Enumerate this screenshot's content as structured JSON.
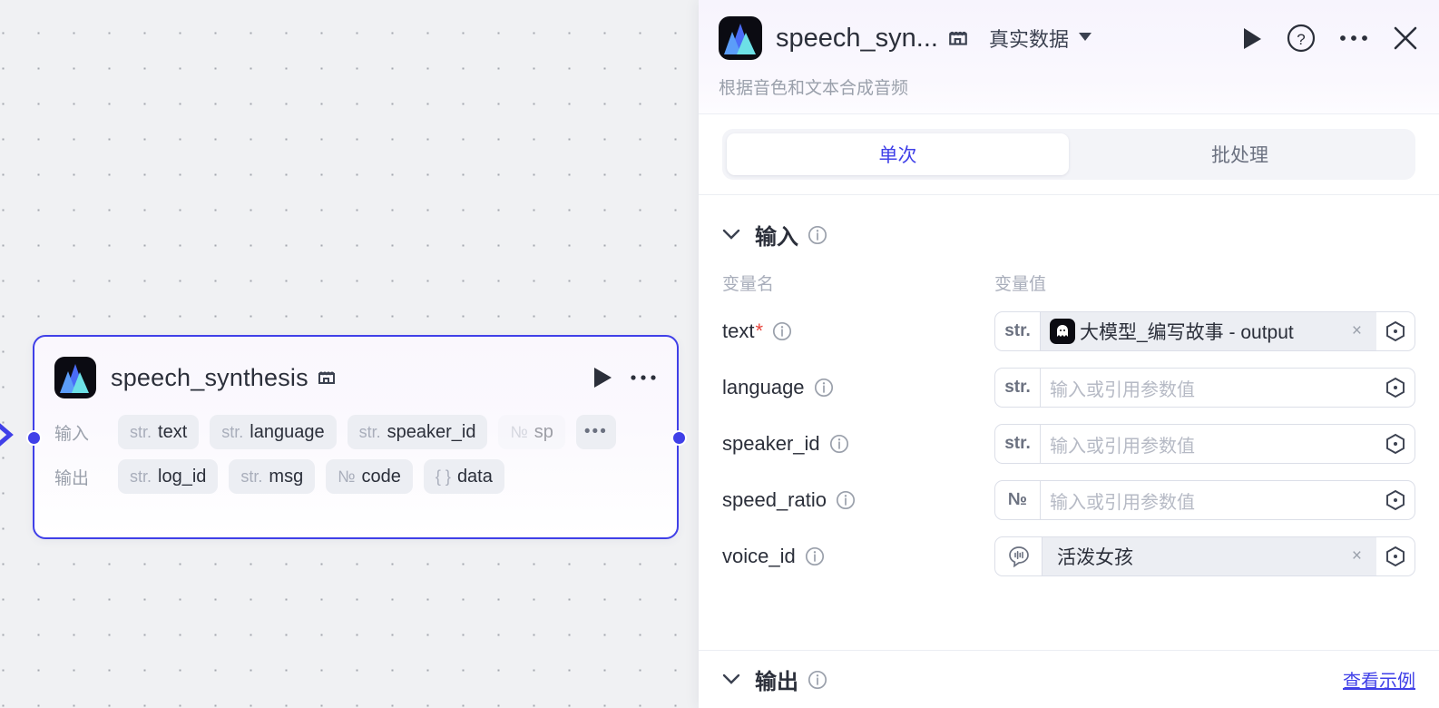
{
  "colors": {
    "accent": "#4040e8",
    "canvas_bg": "#f0f1f3",
    "node_border": "#4040e8",
    "required_star": "#e8453c",
    "link": "#4040e8"
  },
  "canvas": {
    "node": {
      "title": "speech_synthesis",
      "icon": "audio-peaks-icon",
      "store_icon": "store-icon",
      "run_icon": "play-icon",
      "more_icon": "more-horizontal-icon",
      "input_label": "输入",
      "output_label": "输出",
      "input_chips": [
        {
          "type": "str.",
          "name": "text",
          "faded": false
        },
        {
          "type": "str.",
          "name": "language",
          "faded": false
        },
        {
          "type": "str.",
          "name": "speaker_id",
          "faded": false
        },
        {
          "type": "№",
          "name": "sp",
          "faded": true
        }
      ],
      "input_overflow": "•••",
      "output_chips": [
        {
          "type": "str.",
          "name": "log_id"
        },
        {
          "type": "str.",
          "name": "msg"
        },
        {
          "type": "№",
          "name": "code"
        },
        {
          "type": "{ }",
          "name": "data"
        }
      ]
    }
  },
  "panel": {
    "header": {
      "icon": "audio-peaks-icon",
      "title": "speech_syn...",
      "store_icon": "store-icon",
      "mode_label": "真实数据",
      "caret_icon": "chevron-down-icon",
      "run_icon": "play-icon",
      "help_icon": "help-circle-icon",
      "more_icon": "more-horizontal-icon",
      "close_icon": "close-icon",
      "subtitle": "根据音色和文本合成音频"
    },
    "tabs": [
      {
        "label": "单次",
        "active": true
      },
      {
        "label": "批处理",
        "active": false
      }
    ],
    "input_section": {
      "title": "输入",
      "caret_icon": "chevron-down-icon",
      "info_icon": "info-icon",
      "col_name": "变量名",
      "col_value": "变量值",
      "placeholder": "输入或引用参数值",
      "rows": [
        {
          "name": "text",
          "required": true,
          "type": "str.",
          "mode": "reference",
          "ref_avatar": "ghost-avatar-icon",
          "value": "大模型_编写故事 - output",
          "clear": "×",
          "picker_icon": "variable-picker-icon"
        },
        {
          "name": "language",
          "required": false,
          "type": "str.",
          "mode": "empty",
          "value": "",
          "picker_icon": "variable-picker-icon"
        },
        {
          "name": "speaker_id",
          "required": false,
          "type": "str.",
          "mode": "empty",
          "value": "",
          "picker_icon": "variable-picker-icon"
        },
        {
          "name": "speed_ratio",
          "required": false,
          "type": "№",
          "mode": "empty",
          "value": "",
          "picker_icon": "variable-picker-icon"
        },
        {
          "name": "voice_id",
          "required": false,
          "type": "voice-bubble-icon",
          "mode": "value",
          "value": "活泼女孩",
          "clear": "×",
          "picker_icon": "variable-picker-icon"
        }
      ]
    },
    "output_section": {
      "title": "输出",
      "caret_icon": "chevron-down-icon",
      "info_icon": "info-icon",
      "example_link": "查看示例"
    }
  }
}
